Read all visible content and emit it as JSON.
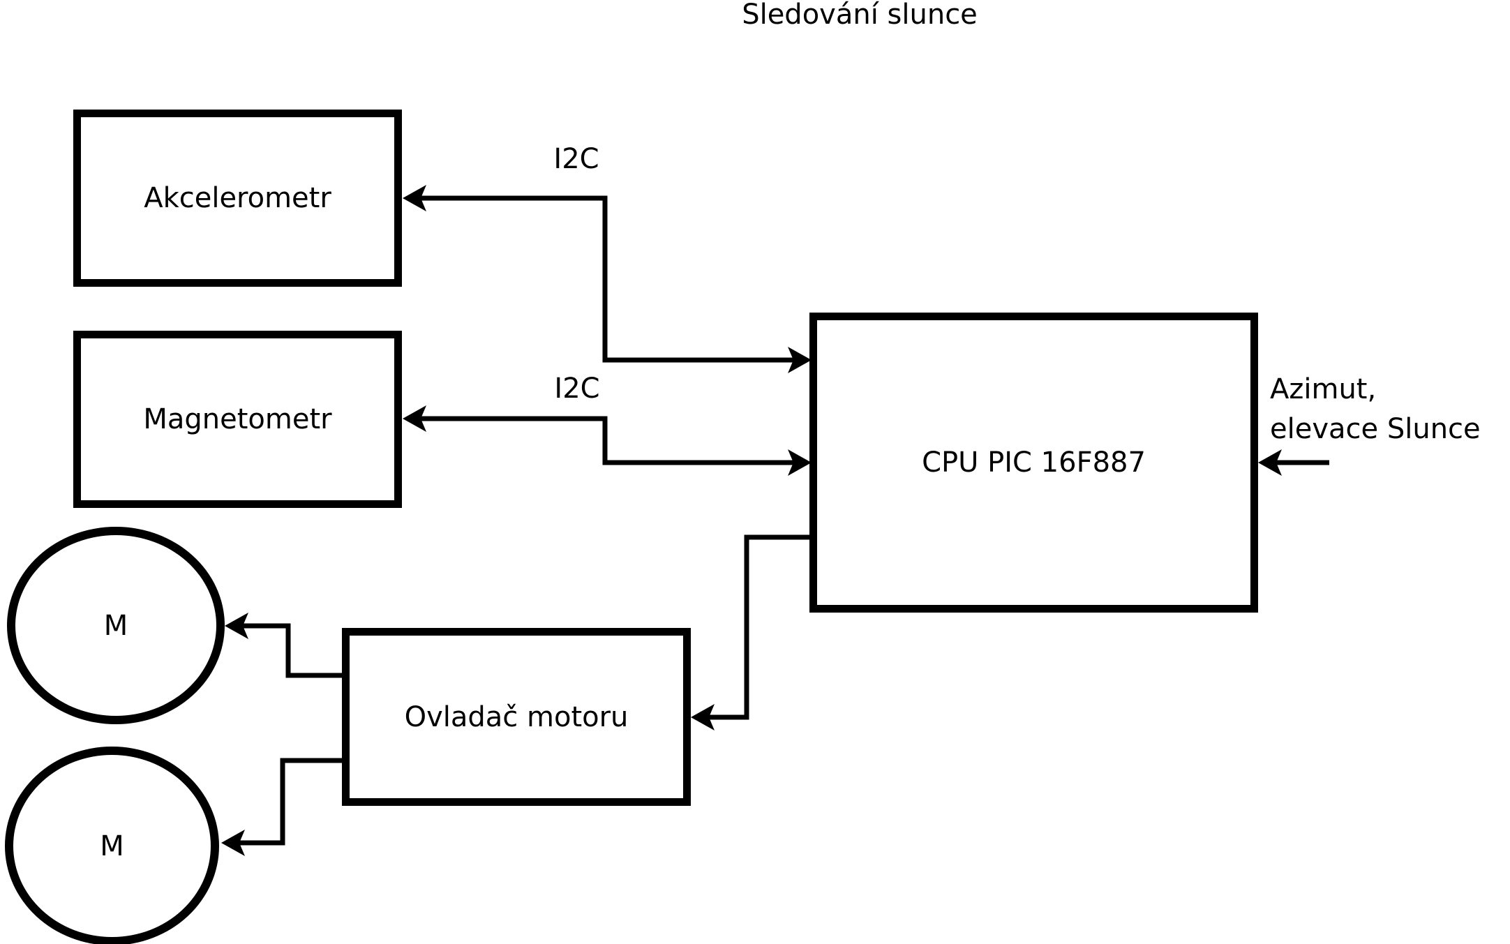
{
  "title": "Sledování slunce",
  "nodes": {
    "akcelerometr": {
      "label": "Akcelerometr"
    },
    "magnetometr": {
      "label": "Magnetometr"
    },
    "cpu": {
      "label": "CPU PIC 16F887"
    },
    "motor_driver": {
      "label": "Ovladač motoru"
    },
    "motor_top": {
      "label": "M"
    },
    "motor_bottom": {
      "label": "M"
    }
  },
  "labels": {
    "i2c_top": "I2C",
    "i2c_bottom": "I2C",
    "azimut_line1": "Azimut,",
    "azimut_line2": "elevace Slunce"
  },
  "connections": [
    {
      "from": "cpu",
      "to": "akcelerometr",
      "label": "I2C",
      "bidirectional": true
    },
    {
      "from": "cpu",
      "to": "magnetometr",
      "label": "I2C",
      "bidirectional": true
    },
    {
      "from": "cpu",
      "to": "motor_driver",
      "bidirectional": false
    },
    {
      "from": "motor_driver",
      "to": "motor_top",
      "bidirectional": false
    },
    {
      "from": "motor_driver",
      "to": "motor_bottom",
      "bidirectional": false
    },
    {
      "from": "external_input",
      "to": "cpu",
      "label": "Azimut, elevace Slunce",
      "bidirectional": false
    }
  ],
  "colors": {
    "ink": "#000000",
    "background": "#ffffff"
  }
}
